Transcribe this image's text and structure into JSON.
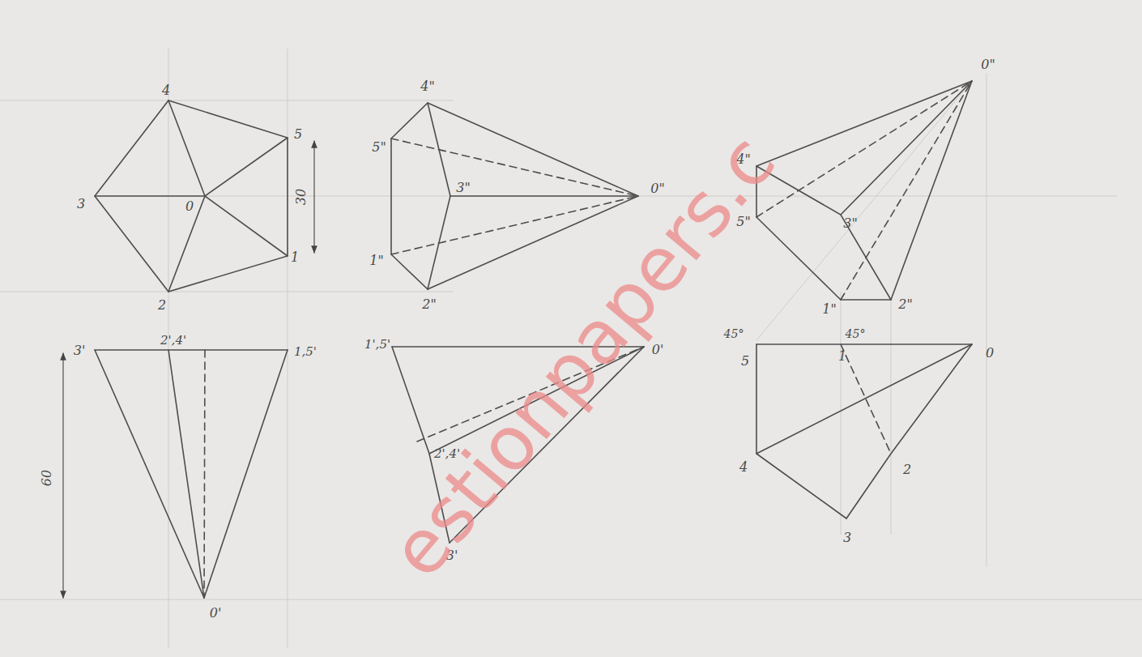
{
  "diagram": {
    "labels": [
      "4",
      "5",
      "3",
      "0",
      "2",
      "1",
      "30",
      "3'",
      "2',4'",
      "1,5'",
      "60",
      "0'",
      "4\"",
      "5\"",
      "3\"",
      "0\"",
      "1\"",
      "2\"",
      "1',5'",
      "0'",
      "2',4'",
      "3'",
      "0\"",
      "4\"",
      "5\"",
      "3\"",
      "1\"",
      "2\"",
      "45°",
      "45°",
      "5",
      "1",
      "0",
      "4",
      "2",
      "3",
      "estionpapers.c"
    ]
  }
}
